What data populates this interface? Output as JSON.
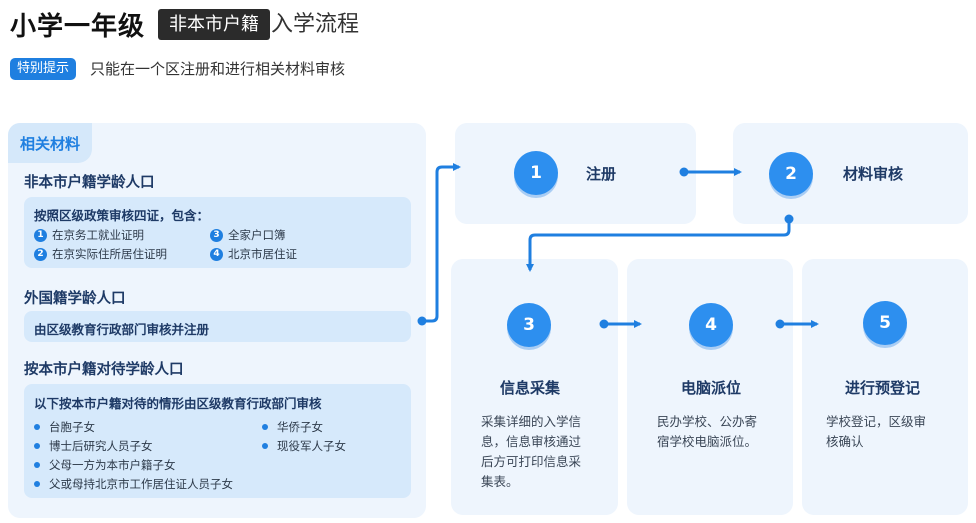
{
  "header": {
    "title_main": "小学一年级",
    "title_badge": "非本市户籍",
    "title_rest": "入学流程",
    "tip_badge": "特别提示",
    "tip_text": "只能在一个区注册和进行相关材料审核"
  },
  "materials": {
    "tab": "相关材料",
    "sec1": {
      "title": "非本市户籍学龄人口",
      "head": "按照区级政策审核四证，包含：",
      "items": [
        {
          "num": "1",
          "text": "在京务工就业证明"
        },
        {
          "num": "2",
          "text": "在京实际住所居住证明"
        },
        {
          "num": "3",
          "text": "全家户口簿"
        },
        {
          "num": "4",
          "text": "北京市居住证"
        }
      ]
    },
    "sec2": {
      "title": "外国籍学龄人口",
      "head": "由区级教育行政部门审核并注册"
    },
    "sec3": {
      "title": "按本市户籍对待学龄人口",
      "head": "以下按本市户籍对待的情形由区级教育行政部门审核",
      "items": [
        "台胞子女",
        "博士后研究人员子女",
        "父母一方为本市户籍子女",
        "父或母持北京市工作居住证人员子女",
        "华侨子女",
        "现役军人子女"
      ]
    }
  },
  "steps": [
    {
      "num": "1",
      "label": "注册",
      "desc": ""
    },
    {
      "num": "2",
      "label": "材料审核",
      "desc": ""
    },
    {
      "num": "3",
      "label": "信息采集",
      "desc": "采集详细的入学信息，信息审核通过后方可打印信息采集表。"
    },
    {
      "num": "4",
      "label": "电脑派位",
      "desc": "民办学校、公办寄宿学校电脑派位。"
    },
    {
      "num": "5",
      "label": "进行预登记",
      "desc": "学校登记，区级审核确认"
    }
  ],
  "colors": {
    "accent": "#1f7fe0",
    "panel": "#eef5fd",
    "sub_panel": "#d6e9fb"
  }
}
